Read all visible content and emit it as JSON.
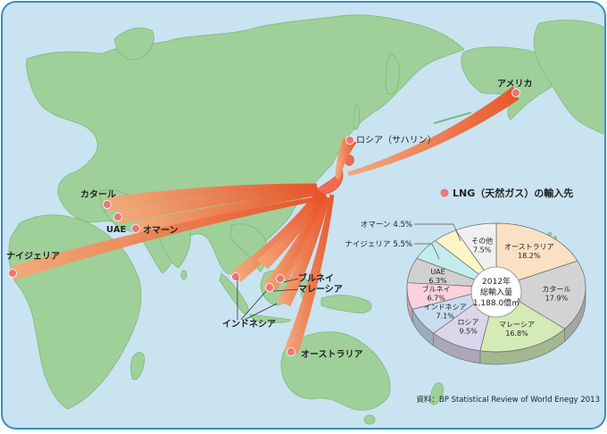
{
  "colors": {
    "ocean": "#c9e3f1",
    "land": "#9fd09a",
    "land_stroke": "#7fb77a",
    "japan": "#f26a4f",
    "marker": "#ee7477",
    "arrow_start": "#f5a97a",
    "arrow_end": "#e94f24",
    "frame": "#2f8fc8"
  },
  "origins": [
    {
      "key": "usa",
      "label": "アメリカ"
    },
    {
      "key": "russia",
      "label": "ロシア（サハリン）"
    },
    {
      "key": "qatar",
      "label": "カタール"
    },
    {
      "key": "uae",
      "label": "UAE"
    },
    {
      "key": "oman",
      "label": "オマーン"
    },
    {
      "key": "nigeria",
      "label": "ナイジェリア"
    },
    {
      "key": "brunei",
      "label": "ブルネイ"
    },
    {
      "key": "malaysia",
      "label": "マレーシア"
    },
    {
      "key": "indonesia",
      "label": "インドネシア"
    },
    {
      "key": "australia",
      "label": "オーストラリア"
    }
  ],
  "legend": {
    "marker_label": "LNG（天然ガス）の輸入先"
  },
  "pie": {
    "center_line1": "2012年",
    "center_line2": "総輸入量",
    "center_line3": "1,188.0億㎥"
  },
  "chart_data": {
    "type": "pie",
    "total": "1,188.0億㎥",
    "year": "2012年",
    "slices": [
      {
        "name": "オーストラリア",
        "pct_label": "18.2%",
        "value": 18.2,
        "color": "#fbe0c4"
      },
      {
        "name": "カタール",
        "pct_label": "17.9%",
        "value": 17.9,
        "color": "#d3d3d3"
      },
      {
        "name": "マレーシア",
        "pct_label": "16.8%",
        "value": 16.8,
        "color": "#d4ebb8"
      },
      {
        "name": "ロシア",
        "pct_label": "9.5%",
        "value": 9.5,
        "color": "#dcd6ec"
      },
      {
        "name": "インドネシア",
        "pct_label": "7.1%",
        "value": 7.1,
        "color": "#c9dcf0"
      },
      {
        "name": "ブルネイ",
        "pct_label": "6.7%",
        "value": 6.7,
        "color": "#f9d2de"
      },
      {
        "name": "UAE",
        "pct_label": "6.3%",
        "value": 6.3,
        "color": "#d0d0d0"
      },
      {
        "name": "ナイジェリア",
        "pct_label": "5.5%",
        "value": 5.5,
        "color": "#c4ecec"
      },
      {
        "name": "オマーン",
        "pct_label": "4.5%",
        "value": 4.5,
        "color": "#faf6c8"
      },
      {
        "name": "その他",
        "pct_label": "7.5%",
        "value": 7.5,
        "color": "#f0f0f0"
      }
    ]
  },
  "source": "資料：BP Statistical Review of World Enegy 2013"
}
